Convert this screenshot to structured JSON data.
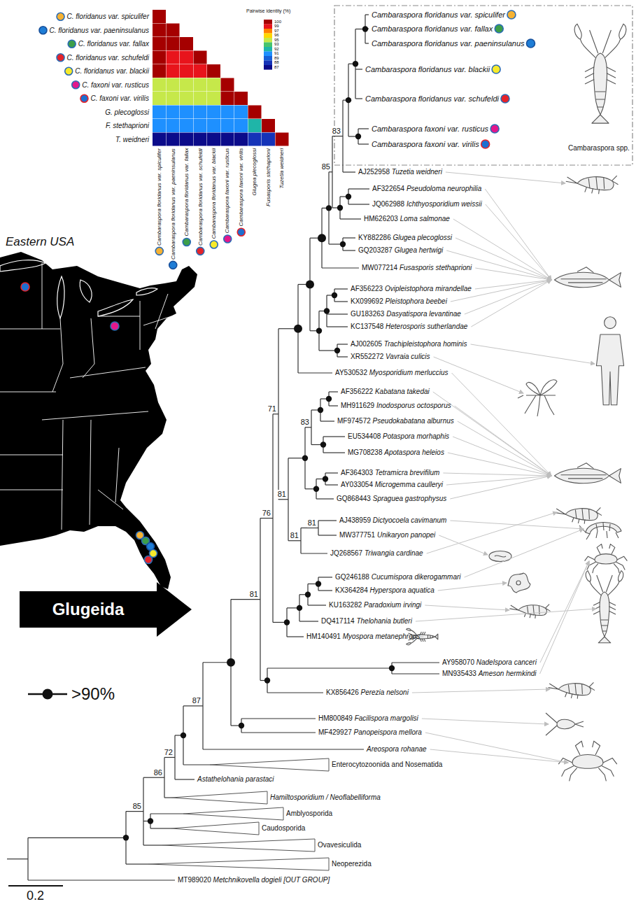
{
  "diagram": {
    "nodes": [
      {
        "text": [
          "Glugeida"
        ]
      }
    ],
    "labels": [
      "C. floridanus var. spiculifer",
      "C. floridanus var. paeninsulanus",
      "C. floridanus var. fallax",
      "C. floridanus var. schufeldi",
      "C. floridanus var. blackii",
      "C. faxoni var. rusticus",
      "C. faxoni var. virilis",
      "G. plecoglossi",
      "F. stethaprioni",
      "T. weidneri",
      "Cambaraspora floridanus var. spiculifer",
      "Cambaraspora floridanus var. paeninsulanus",
      "Cambaraspora floridanus var. fallax",
      "Cambaraspora floridanus var. schufeldi",
      "Cambaraspora floridanus var. blackii",
      "Cambaraspora faxoni var. rusticus",
      "Cambaraspora faxoni var. virilis",
      "Glugea plecoglossi",
      "Fusasporis stethaprioni",
      "Tuzetia weidneri",
      "Pairwise identity (%)",
      "100",
      "99",
      "97",
      "96",
      "95",
      "93",
      "92",
      "91",
      "89",
      "88",
      "87",
      "Eastern USA",
      "Cambaraspora floridanus var. spiculifer",
      "Cambaraspora floridanus var. fallax",
      "Cambaraspora floridanus var. paeninsulanus",
      "Cambaraspora floridanus var. blackii",
      "Cambaraspora floridanus var. schufeldi",
      "Cambaraspora faxoni var. rusticus",
      "Cambaraspora faxoni var. virilis",
      "AJ252958 Tuzetia weidneri",
      "AF322654 Pseudoloma neurophilia",
      "JQ062988 Ichthyosporidium weissii",
      "HM626203 Loma salmonae",
      "KY882286 Glugea plecoglossi",
      "GQ203287 Glugea hertwigi",
      "MW077214 Fusasporis stethaprioni",
      "AF356223 Ovipleistophora mirandellae",
      "KX099692 Pleistophora beebei",
      "GU183263 Dasyatispora levantinae",
      "KC137548 Heterosporis sutherlandae",
      "AJ002605 Trachipleistophora hominis",
      "XR552272 Vavraia culicis",
      "AY530532 Myosporidium merluccius",
      "AF356222 Kabatana takedai",
      "MH911629 Inodosporus octosporus",
      "MF974572 Pseudokabatana alburnus",
      "EU534408 Potaspora morhaphis",
      "MG708238 Apotaspora heleios",
      "AF364303 Tetramicra brevifilum",
      "AY033054 Microgemma caulleryi",
      "GQ868443 Spraguea gastrophysus",
      "AJ438959 Dictyocoela cavimanum",
      "MW377751 Unikaryon panopei",
      "JQ268567 Triwangia cardinae",
      "GQ246188 Cucumispora dikerogammari",
      "KX364284 Hyperspora aquatica",
      "KU163282 Paradoxium irvingi",
      "DQ417114 Thelohania butleri",
      "HM140491 Myospora metanephrops",
      "AY958070 Nadelspora canceri",
      "MN935433 Ameson hermkindi",
      "KX856426 Perezia nelsoni",
      "HM800849 Facilispora margolisi",
      "MF429927 Panopeispora mellora",
      "Areospora rohanae",
      "Enterocytozoonida and Nosematida",
      "Astathelohania parastaci",
      "Hamiltosporidium / Neoflabelliforma",
      "Amblyosporida",
      "Caudosporida",
      "Ovavesiculida",
      "Neoperezida",
      "MT989020 Metchnikovella dogieli [OUT GROUP]",
      "83",
      "85",
      "71",
      "83",
      "81",
      "81",
      "81",
      "76",
      "81",
      "87",
      "72",
      "86",
      "85",
      "Cambaraspora spp.",
      "0.2"
    ],
    "legend": [
      {
        "text": ">90%"
      }
    ]
  }
}
